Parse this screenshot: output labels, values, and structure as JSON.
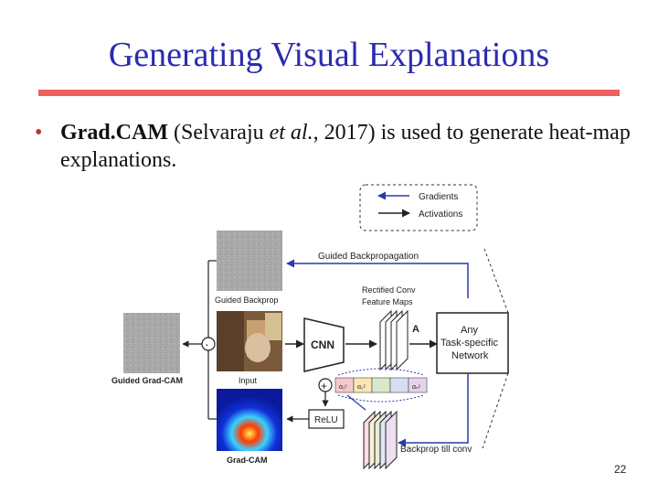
{
  "slide": {
    "title": "Generating Visual Explanations",
    "bullet": {
      "bold": "Grad.CAM",
      "part1": " (Selvaraju ",
      "italic": "et al.",
      "part2": ", 2017) is used to generate heat-map explanations."
    },
    "page_number": "22"
  },
  "diagram": {
    "legend": {
      "gradients": "Gradients",
      "activations": "Activations"
    },
    "labels": {
      "guided_backpropagation": "Guided Backpropagation",
      "guided_backprop": "Guided Backprop",
      "rectified_conv": "Rectified Conv",
      "feature_maps": "Feature Maps",
      "a": "A",
      "cnn": "CNN",
      "network_line1": "Any",
      "network_line2": "Task-specific",
      "network_line3": "Network",
      "input": "Input",
      "guided_gradcam": "Guided Grad-CAM",
      "relu": "ReLU",
      "gradcam": "Grad-CAM",
      "backprop_till_conv": "Backprop till conv",
      "multiply": "·",
      "plus": "+",
      "weights": [
        "α₁ᶜ",
        "α₂ᶜ",
        "αₙᶜ"
      ]
    },
    "colors": {
      "gradient_arrow": "#2a3aa8",
      "activation_arrow": "#222222",
      "heat_hot": "#ff3a00",
      "heat_cold": "#0a1a9a",
      "weight_fills": [
        "#f6c9cf",
        "#fbe7b5",
        "#d9e8c9",
        "#d6def3",
        "#c9e8d3",
        "#e7d3ee"
      ]
    }
  }
}
